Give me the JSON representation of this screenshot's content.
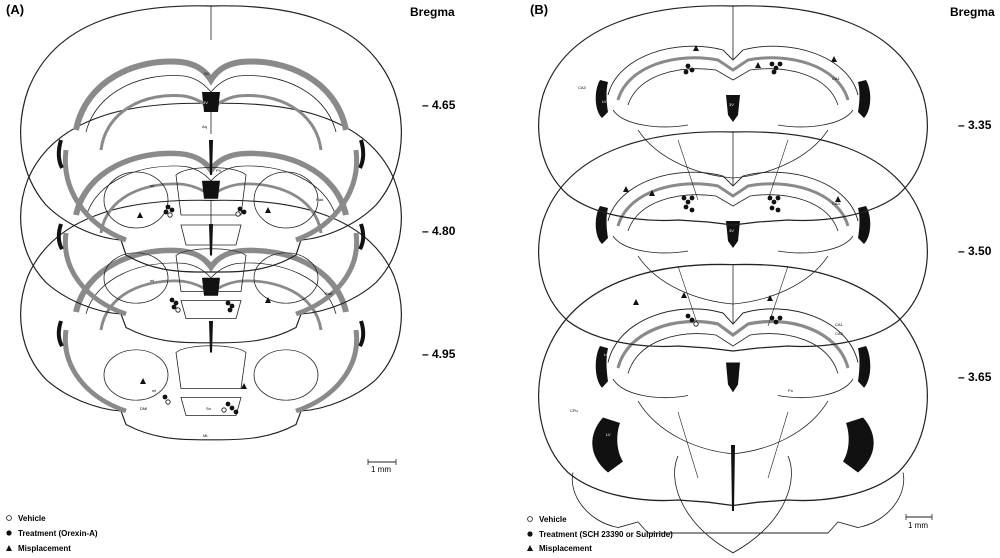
{
  "panel_a": {
    "label": "(A)",
    "bregma_heading": "Bregma",
    "levels": [
      "– 4.65",
      "– 4.80",
      "– 4.95"
    ],
    "scale_bar_label": "1 mm",
    "legend": {
      "vehicle": "Vehicle",
      "treatment": "Treatment (Orexin-A)",
      "misplacement": "Misplacement"
    },
    "region_labels": [
      "3V",
      "Aq",
      "Rad",
      "Rad",
      "ml",
      "ml",
      "ml",
      "DMI",
      "Sn",
      "ML",
      "SC",
      "PV"
    ]
  },
  "panel_b": {
    "label": "(B)",
    "bregma_heading": "Bregma",
    "levels": [
      "– 3.35",
      "– 3.50",
      "– 3.65"
    ],
    "scale_bar_label": "1 mm",
    "legend": {
      "vehicle": "Vehicle",
      "treatment": "Treatment (SCH 23390 or Sulpiride)",
      "misplacement": "Misplacement"
    },
    "region_labels": [
      "CA3",
      "CA1",
      "CA3",
      "CA1",
      "CA3",
      "LV",
      "LV",
      "3V",
      "3V",
      "3V",
      "CPu",
      "Po",
      "LV"
    ]
  },
  "colors": {
    "ink": "#222222",
    "tract_gray": "#8a8a8a",
    "ventricle": "#111111",
    "background": "#ffffff"
  }
}
